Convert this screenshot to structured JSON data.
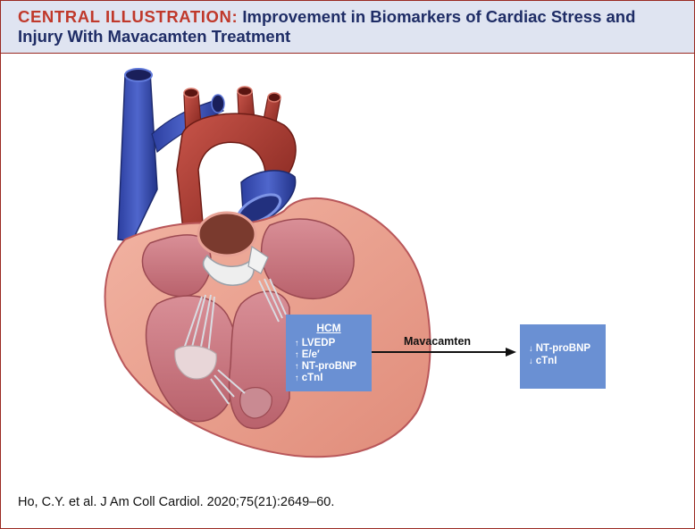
{
  "header": {
    "label": "CENTRAL ILLUSTRATION:",
    "title": "Improvement in Biomarkers of Cardiac Stress and Injury With Mavacamten Treatment"
  },
  "hcm_box": {
    "title": "HCM",
    "items": [
      {
        "direction": "↑",
        "label": "LVEDP"
      },
      {
        "direction": "↑",
        "label": "E/e′"
      },
      {
        "direction": "↑",
        "label": "NT-proBNP"
      },
      {
        "direction": "↑",
        "label": "cTnI"
      }
    ]
  },
  "treatment": {
    "label": "Mavacamten"
  },
  "result_box": {
    "items": [
      {
        "direction": "↓",
        "label": "NT-proBNP"
      },
      {
        "direction": "↓",
        "label": "cTnI"
      }
    ]
  },
  "citation": "Ho, C.Y. et al. J Am Coll Cardiol. 2020;75(21):2649–60.",
  "colors": {
    "header_bg": "#dfe4f1",
    "label_red": "#c0392b",
    "title_navy": "#1f2d66",
    "box_blue": "#6a90d3",
    "frame_border": "#9a2a22"
  }
}
